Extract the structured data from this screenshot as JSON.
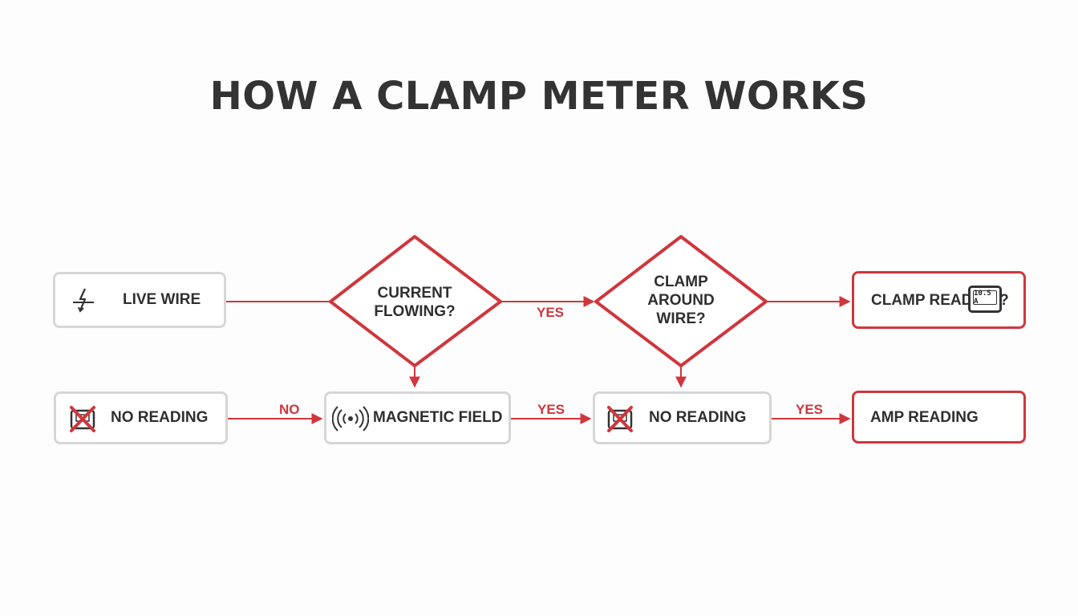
{
  "title": "HOW A CLAMP METER WORKS",
  "nodes": {
    "live_wire": "LIVE WIRE",
    "current_flowing": "CURRENT\nFLOWING?",
    "clamp_around_wire": "CLAMP\nAROUND\nWIRE?",
    "clamp_reading": "CLAMP\nREADING?",
    "no_reading_1": "NO READING",
    "magnetic_field": "MAGNETIC FIELD",
    "no_reading_2": "NO READING",
    "amp_reading": "AMP\nREADING"
  },
  "edge_labels": {
    "current_to_clamp": "YES",
    "no_reading_to_field": "NO",
    "field_to_no_reading": "YES",
    "no_reading_to_amp": "YES"
  },
  "meter_value": "10.5 A",
  "colors": {
    "accent": "#d0363d",
    "gray_border": "#d6d6d6",
    "text": "#2f2f2f"
  },
  "icons": {
    "live_wire": "lightning-bolt-icon",
    "no_reading": "crossed-out-meter-icon",
    "magnetic_field": "magnetic-waves-icon",
    "clamp_reading": "digital-meter-icon"
  }
}
